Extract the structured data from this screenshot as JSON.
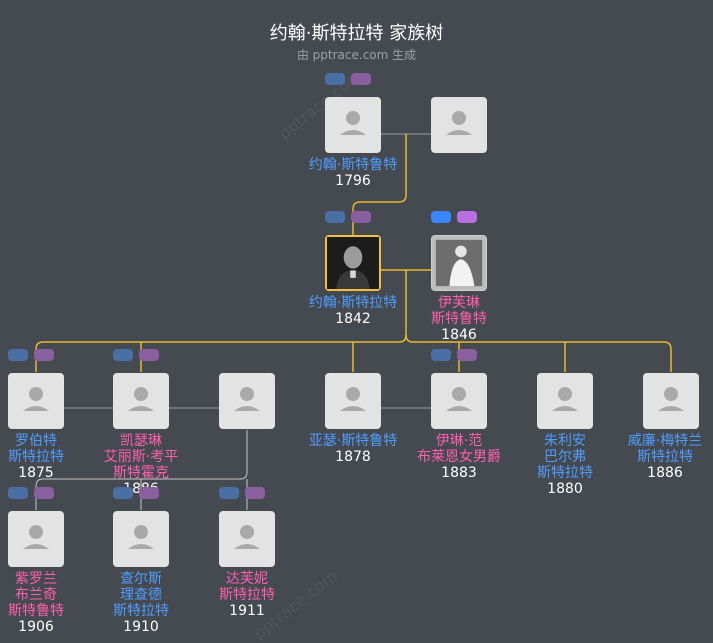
{
  "header": {
    "title": "约翰·斯特拉特 家族树",
    "subtitle": "由 pptrace.com 生成"
  },
  "watermark": "pptrace.com",
  "colors": {
    "male": "#4f9dff",
    "female": "#ff5fb0",
    "selected_border": "#f0c040",
    "line": "#e6b82e",
    "bg": "#454950"
  },
  "people": {
    "p1": {
      "name": "约翰·斯特鲁特",
      "year": "1796"
    },
    "p2": {
      "name": "",
      "year": ""
    },
    "p3": {
      "name": "约翰·斯特拉特",
      "year": "1842"
    },
    "p4": {
      "name": "伊芙琳\n斯特鲁特",
      "year": "1846"
    },
    "p5": {
      "name": "罗伯特\n斯特拉特",
      "year": "1875"
    },
    "p6": {
      "name": "凯瑟琳\n艾丽斯·考平\n斯特霍克",
      "year": "1886"
    },
    "p7": {
      "name": "",
      "year": ""
    },
    "p8": {
      "name": "亚瑟·斯特鲁特",
      "year": "1878"
    },
    "p9": {
      "name": "伊琳·范\n布莱恩女男爵",
      "year": "1883"
    },
    "p10": {
      "name": "朱利安\n巴尔弗\n斯特拉特",
      "year": "1880"
    },
    "p11": {
      "name": "威廉·梅特兰\n斯特拉特",
      "year": "1886"
    },
    "p12": {
      "name": "紫罗兰\n布兰奇\n斯特鲁特",
      "year": "1906"
    },
    "p13": {
      "name": "查尔斯\n理查德\n斯特拉特",
      "year": "1910"
    },
    "p14": {
      "name": "达芙妮\n斯特拉特",
      "year": "1911"
    }
  }
}
